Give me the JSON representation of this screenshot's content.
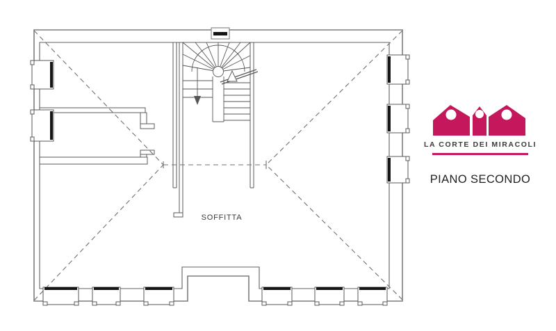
{
  "plan": {
    "room_label": "SOFFITTA",
    "wall_color": "#6b6b6b",
    "detail_color": "#555555",
    "dash_color": "#707070"
  },
  "brand": {
    "logo_icon": "three-houses-icon",
    "accent": "#c4175c",
    "name": "LA CORTE DEI MIRACOLI",
    "floor_label": "PIANO SECONDO"
  }
}
